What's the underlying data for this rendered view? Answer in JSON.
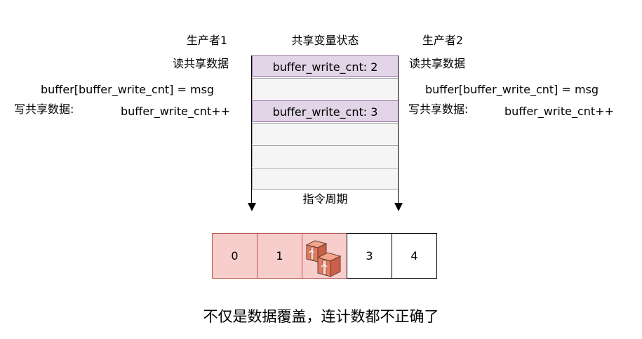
{
  "state_column": {
    "header": "共享变量状态",
    "rows": [
      "buffer_write_cnt: 2",
      "",
      "buffer_write_cnt: 3",
      "",
      "",
      ""
    ],
    "footer": "指令周期"
  },
  "producer1": {
    "title": "生产者1",
    "read_label": "读共享数据",
    "assign_stmt": "buffer[buffer_write_cnt] = msg",
    "write_label": "写共享数据:",
    "increment_stmt": "buffer_write_cnt++"
  },
  "producer2": {
    "title": "生产者2",
    "read_label": "读共享数据",
    "assign_stmt": "buffer[buffer_write_cnt] = msg",
    "write_label": "写共享数据:",
    "increment_stmt": "buffer_write_cnt++"
  },
  "buffer_cells": [
    "0",
    "1",
    "",
    "3",
    "4"
  ],
  "caption": "不仅是数据覆盖，连计数都不正确了",
  "colors": {
    "highlight_fill": "#e1d5e7",
    "highlight_border": "#9673a6",
    "row_fill": "#f5f5f5",
    "filled_cell": "#f8cecc",
    "filled_cell_border": "#b85450",
    "box_icon": "#e07b61"
  },
  "icons": {
    "overwrite_cell": "stacked-packages-icon"
  }
}
